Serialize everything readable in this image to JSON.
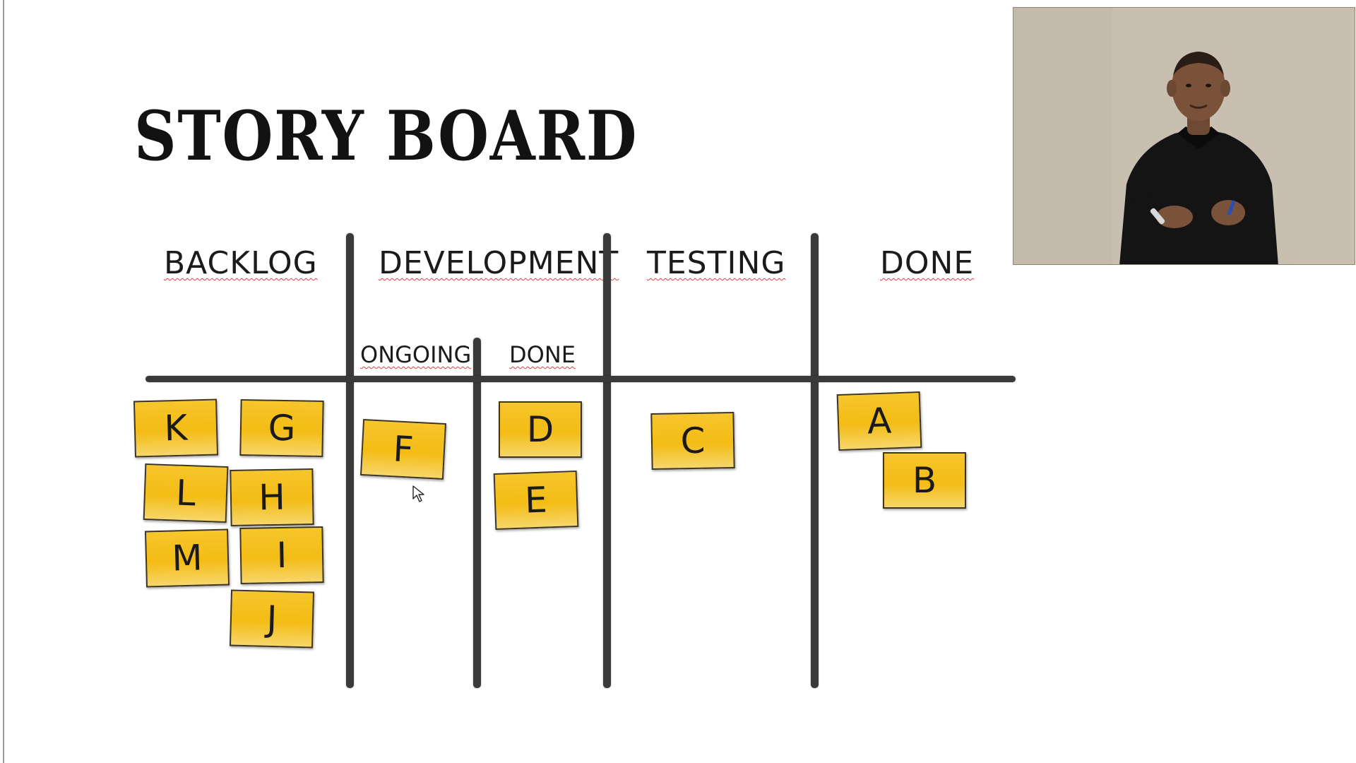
{
  "slide": {
    "title": "STORY BOARD"
  },
  "board": {
    "columns": {
      "backlog": "BACKLOG",
      "development": "DEVELOPMENT",
      "testing": "TESTING",
      "done": "DONE"
    },
    "development_sub": {
      "ongoing": "ONGOING",
      "done": "DONE"
    },
    "cards": {
      "backlog": [
        "K",
        "G",
        "L",
        "H",
        "M",
        "I",
        "J"
      ],
      "dev_ongoing": [
        "F"
      ],
      "dev_done": [
        "D",
        "E"
      ],
      "testing": [
        "C"
      ],
      "done": [
        "A",
        "B"
      ]
    }
  },
  "webcam": {
    "icon": "presenter-video"
  },
  "colors": {
    "card": "#f3bc15",
    "divider": "#3a3a3a",
    "title": "#121212",
    "spellcheck_underline": "#e04040"
  }
}
